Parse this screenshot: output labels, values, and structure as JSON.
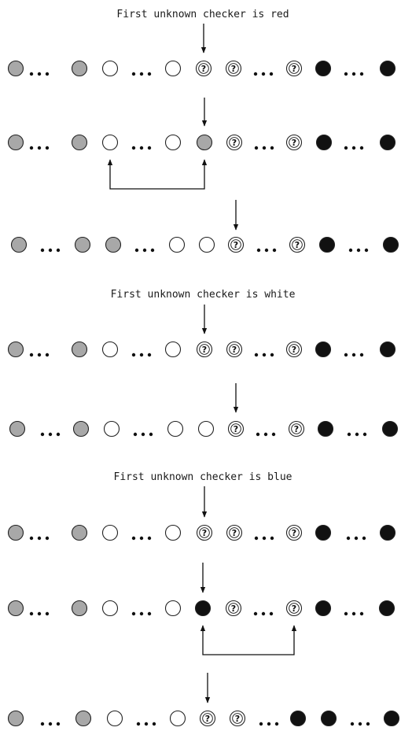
{
  "captions": {
    "red": "First unknown checker is red",
    "white": "First unknown checker is white",
    "blue": "First unknown checker is blue"
  },
  "unknown_symbol": "?",
  "colors": {
    "red": "#a8a8a8",
    "white": "#ffffff",
    "blue": "#111111",
    "unknown": "#ffffff",
    "outline": "#222222",
    "line": "#111111"
  },
  "legend_semantics": {
    "grey_disc": "red checker",
    "white_disc": "white checker",
    "black_disc": "blue checker",
    "question_disc": "unknown checker"
  },
  "rows": [
    {
      "id": "red-before",
      "sequence": [
        "red",
        "ellipsis",
        "red",
        "white",
        "ellipsis",
        "white",
        "unknown",
        "unknown",
        "ellipsis",
        "unknown",
        "blue",
        "ellipsis",
        "blue"
      ],
      "pointer_index": 6
    },
    {
      "id": "red-swap",
      "sequence": [
        "red",
        "ellipsis",
        "red",
        "white",
        "ellipsis",
        "white",
        "red",
        "unknown",
        "ellipsis",
        "unknown",
        "blue",
        "ellipsis",
        "blue"
      ],
      "pointer_index": 6,
      "swap": [
        3,
        6
      ]
    },
    {
      "id": "red-after",
      "sequence": [
        "red",
        "ellipsis",
        "red",
        "red",
        "ellipsis",
        "white",
        "white",
        "unknown",
        "ellipsis",
        "unknown",
        "blue",
        "ellipsis",
        "blue"
      ],
      "pointer_index": 7
    },
    {
      "id": "white-before",
      "sequence": [
        "red",
        "ellipsis",
        "red",
        "white",
        "ellipsis",
        "white",
        "unknown",
        "unknown",
        "ellipsis",
        "unknown",
        "blue",
        "ellipsis",
        "blue"
      ],
      "pointer_index": 6
    },
    {
      "id": "white-after",
      "sequence": [
        "red",
        "ellipsis",
        "red",
        "white",
        "ellipsis",
        "white",
        "white",
        "unknown",
        "ellipsis",
        "unknown",
        "blue",
        "ellipsis",
        "blue"
      ],
      "pointer_index": 7
    },
    {
      "id": "blue-before",
      "sequence": [
        "red",
        "ellipsis",
        "red",
        "white",
        "ellipsis",
        "white",
        "unknown",
        "unknown",
        "ellipsis",
        "unknown",
        "blue",
        "ellipsis",
        "blue"
      ],
      "pointer_index": 6
    },
    {
      "id": "blue-swap",
      "sequence": [
        "red",
        "ellipsis",
        "red",
        "white",
        "ellipsis",
        "white",
        "blue",
        "unknown",
        "ellipsis",
        "unknown",
        "blue",
        "ellipsis",
        "blue"
      ],
      "pointer_index": 6,
      "swap": [
        6,
        9
      ]
    },
    {
      "id": "blue-after",
      "sequence": [
        "red",
        "ellipsis",
        "red",
        "white",
        "ellipsis",
        "white",
        "unknown",
        "unknown",
        "ellipsis",
        "blue",
        "blue",
        "ellipsis",
        "blue"
      ],
      "pointer_index": 6
    }
  ]
}
